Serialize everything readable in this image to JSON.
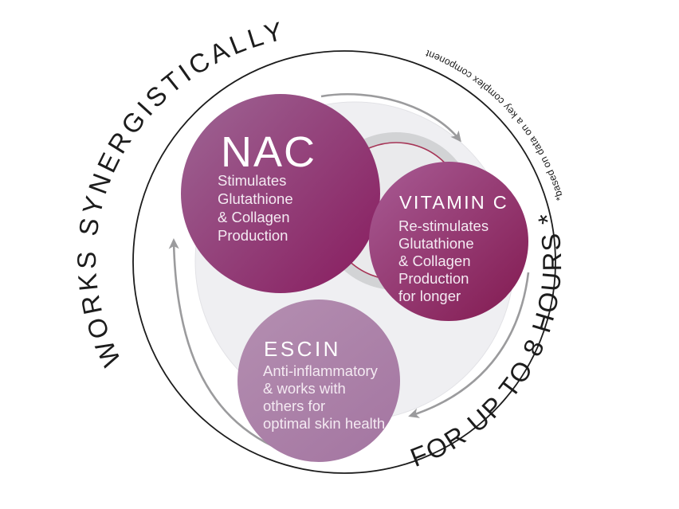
{
  "arc_labels": {
    "top": "WORKS SYNERGISTICALLY",
    "bottom": "FOR UP TO 8 HOURS *",
    "footnote": "*based on data on a key complex component"
  },
  "circles": {
    "nac": {
      "title": "NAC",
      "lines": [
        "Stimulates",
        "Glutathione",
        "& Collagen",
        "Production"
      ]
    },
    "vitamin_c": {
      "title": "VITAMIN C",
      "lines": [
        "Re-stimulates",
        "Glutathione",
        "& Collagen",
        "Production",
        "for longer"
      ]
    },
    "escin": {
      "title": "ESCIN",
      "lines": [
        "Anti-inflammatory",
        "& works with",
        "others for",
        "optimal skin health"
      ]
    }
  },
  "colors": {
    "nac_gradient_start": "#9e6695",
    "nac_gradient_end": "#8a2263",
    "vitamin_c_gradient_start": "#a85c95",
    "vitamin_c_gradient_end": "#851e55",
    "escin_gradient_start": "#b48fb1",
    "escin_gradient_end": "#a577a2",
    "arrow_gray": "#9b9b9d",
    "blob_gray": "#efeff2",
    "blob_edge_gray": "#e2e2e6",
    "ring_gray": "#d2d3d5",
    "ring_inner_gray": "#eaeaec",
    "ring_crimson": "#a63456",
    "outline_black": "#1c1c1c",
    "circle_text": "#f4eaf2",
    "title_text": "#ffffff"
  }
}
